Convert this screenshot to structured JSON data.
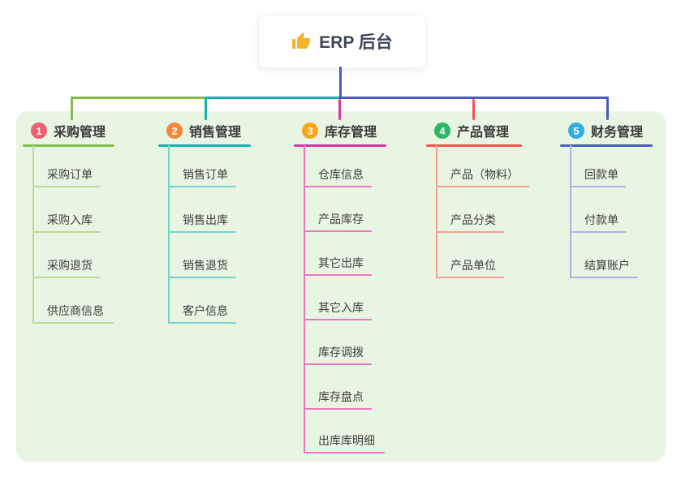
{
  "root": {
    "title": "ERP 后台",
    "icon": "thumbs-up-icon"
  },
  "colors": {
    "stem": "#4a5bc5",
    "panel_background": "#e7f5e2",
    "root_text": "#3d4757"
  },
  "branches": [
    {
      "index": "1",
      "title": "采购管理",
      "badge_color": "#f05f70",
      "line_color": "#85ba4a",
      "sub_line_color": "#bada9e",
      "items": [
        "采购订单",
        "采购入库",
        "采购退货",
        "供应商信息"
      ]
    },
    {
      "index": "2",
      "title": "销售管理",
      "badge_color": "#f7873b",
      "line_color": "#14b3ab",
      "sub_line_color": "#76d2cb",
      "items": [
        "销售订单",
        "销售出库",
        "销售退货",
        "客户信息"
      ]
    },
    {
      "index": "3",
      "title": "库存管理",
      "badge_color": "#f9a61a",
      "line_color": "#d9359e",
      "sub_line_color": "#f075be",
      "items": [
        "仓库信息",
        "产品库存",
        "其它出库",
        "其它入库",
        "库存调拨",
        "库存盘点",
        "出库库明细"
      ]
    },
    {
      "index": "4",
      "title": "产品管理",
      "badge_color": "#2db564",
      "line_color": "#f4534f",
      "sub_line_color": "#f89f94",
      "items": [
        "产品（物料）",
        "产品分类",
        "产品单位"
      ]
    },
    {
      "index": "5",
      "title": "财务管理",
      "badge_color": "#32ade0",
      "line_color": "#4a5bc5",
      "sub_line_color": "#a7b4e4",
      "items": [
        "回款单",
        "付款单",
        "结算账户"
      ]
    }
  ]
}
